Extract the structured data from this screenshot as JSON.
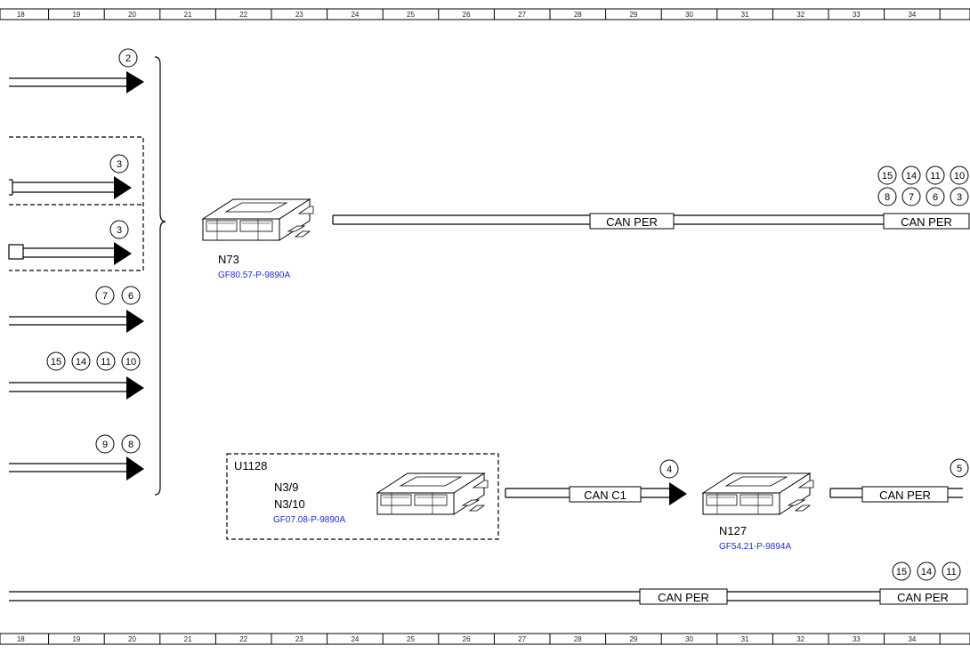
{
  "ruler": {
    "ticks": [
      "18",
      "19",
      "20",
      "21",
      "22",
      "23",
      "24",
      "25",
      "26",
      "27",
      "28",
      "29",
      "30",
      "31",
      "32",
      "33",
      "34"
    ]
  },
  "components": {
    "n73": {
      "name": "N73",
      "ref": "GF80.57-P-9890A"
    },
    "n127": {
      "name": "N127",
      "ref": "GF54.21-P-9894A"
    },
    "u1128": {
      "group": "U1128",
      "name1": "N3/9",
      "name2": "N3/10",
      "ref": "GF07.08-P-9890A"
    }
  },
  "buses": {
    "top_mid": "CAN PER",
    "top_right": "CAN PER",
    "mid_c1": "CAN C1",
    "mid_right": "CAN PER",
    "bottom_mid": "CAN PER",
    "bottom_right": "CAN PER"
  },
  "connectors": {
    "left_1": "2",
    "left_2": "3",
    "left_3": "3",
    "left_4a": "7",
    "left_4b": "6",
    "left_5a": "15",
    "left_5b": "14",
    "left_5c": "11",
    "left_5d": "10",
    "left_6a": "9",
    "left_6b": "8",
    "can_c1": "4",
    "right_mid": "5",
    "tr_row1": [
      "15",
      "14",
      "11",
      "10"
    ],
    "tr_row2": [
      "8",
      "7",
      "6",
      "3"
    ],
    "br_row": [
      "15",
      "14",
      "11"
    ]
  },
  "icons": {
    "ecu": "control-unit-icon",
    "arrow": "arrow-right-icon"
  }
}
